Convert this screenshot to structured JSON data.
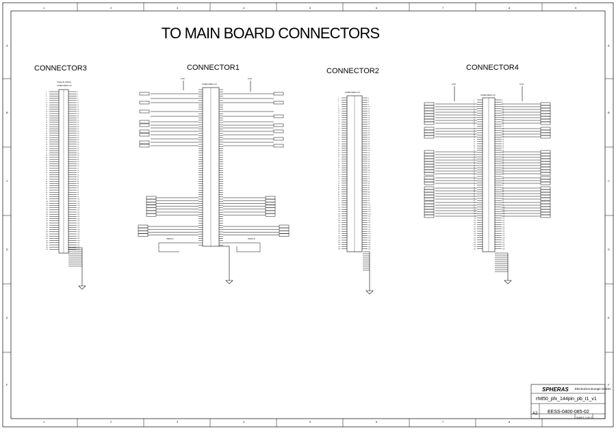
{
  "sheet": {
    "title": "TO MAIN BOARD CONNECTORS",
    "col_labels": [
      "1",
      "2",
      "3",
      "4",
      "5",
      "6",
      "7",
      "8",
      "9"
    ],
    "row_labels": [
      "A",
      "B",
      "C",
      "D",
      "E",
      "F"
    ]
  },
  "connectors": [
    {
      "name": "CONNECTOR3",
      "part": "CON80-SMD-P-0.8"
    },
    {
      "name": "CONNECTOR1",
      "part": "CON80-SMD-P-0.8"
    },
    {
      "name": "CONNECTOR2",
      "part": "CON80-SMD-P-0.8"
    },
    {
      "name": "CONNECTOR4",
      "part": "CON80-SMD-P-0.8"
    }
  ],
  "power": {
    "v33": "3.3V",
    "v12": "1.8V",
    "gnd": "GND"
  },
  "title_block": {
    "company": "Electronics Europe GmbH",
    "logo": "SPHERAS",
    "project": "rh850_pfx_144pin_pb_t1_v1",
    "size_label": "A2",
    "doc_number": "EESS-0400-085-02",
    "sheet_info": "SHEET 2 OF 3"
  },
  "colors": {
    "line": "#000000",
    "bg": "#ffffff"
  }
}
